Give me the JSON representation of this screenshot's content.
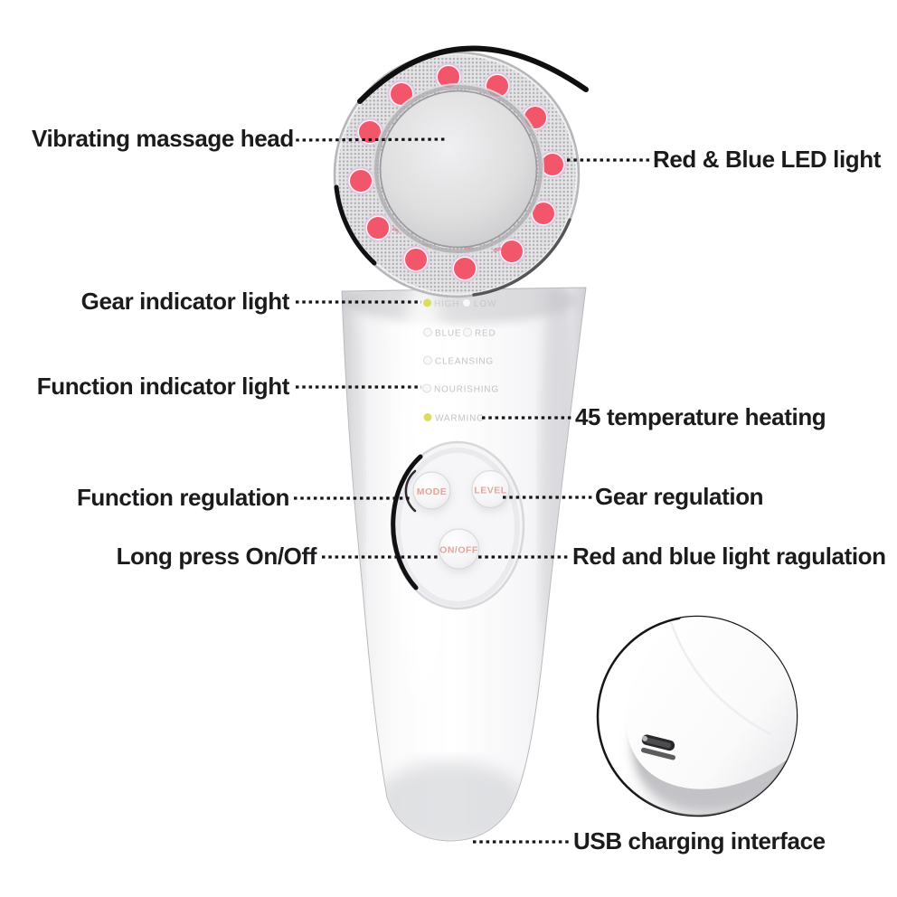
{
  "callouts": {
    "vibrating_massage_head": "Vibrating massage head",
    "red_blue_led_light": "Red & Blue LED light",
    "gear_indicator_light": "Gear indicator light",
    "function_indicator_light": "Function indicator light",
    "temperature_heating": "45 temperature heating",
    "function_regulation": "Function regulation",
    "gear_regulation": "Gear regulation",
    "long_press_on_off": "Long press On/Off",
    "red_blue_light_regulation": "Red and blue light ragulation",
    "usb_charging_interface": "USB charging interface"
  },
  "device": {
    "indicators": [
      {
        "label": "HIGH",
        "lit": true
      },
      {
        "label": "LOW",
        "lit": false
      },
      {
        "label": "BLUE",
        "lit": false
      },
      {
        "label": "RED",
        "lit": false
      },
      {
        "label": "CLEANSING",
        "lit": false
      },
      {
        "label": "NOURISHING",
        "lit": false
      },
      {
        "label": "WARMING",
        "lit": true
      }
    ],
    "buttons": [
      {
        "label": "MODE"
      },
      {
        "label": "LEVEL"
      },
      {
        "label": "ON/OFF"
      }
    ],
    "led_count": 12
  },
  "colors": {
    "led_red": "#f2566a",
    "led_halo": "#e6c3e2",
    "indicator_text": "#c3c3c6",
    "indicator_lit_dot": "#d9de5e",
    "button_text": "#dfa79b",
    "callout_text": "#1b1b1d",
    "leader_line": "#151515"
  }
}
